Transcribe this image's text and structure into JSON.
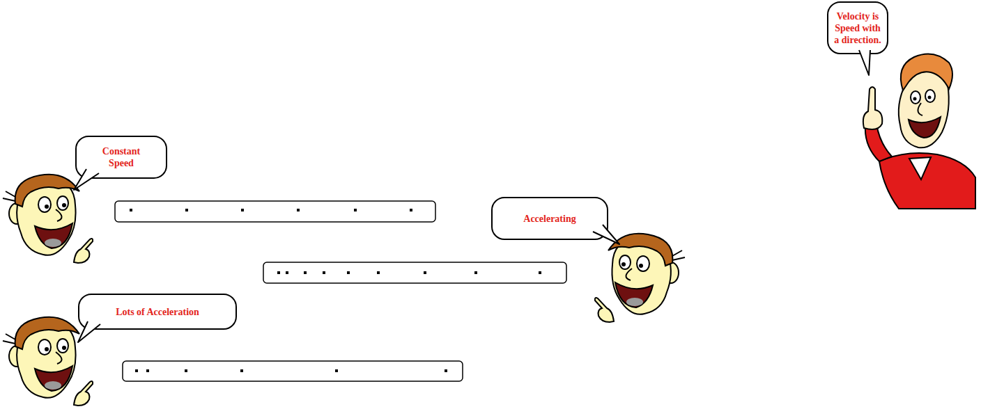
{
  "diagram": {
    "nodes": [
      {
        "text": [
          "Velocity is Speed with a direction."
        ]
      },
      {
        "text": [
          "Constant Speed"
        ]
      },
      {
        "text": [
          "Accelerating"
        ]
      },
      {
        "text": [
          "Lots of Acceleration"
        ]
      }
    ]
  }
}
